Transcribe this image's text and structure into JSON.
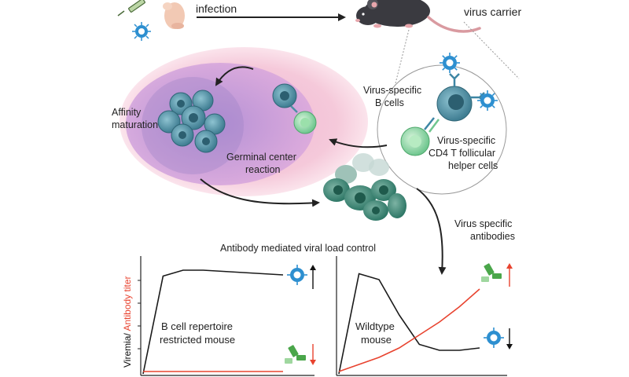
{
  "top": {
    "infection": "infection",
    "virus_carrier": "virus carrier"
  },
  "cells": {
    "virus_b_line1": "Virus-specific",
    "virus_b_line2": "B cells",
    "tfh_line1": "Virus-specific",
    "tfh_line2": "CD4 T follicular",
    "tfh_line3": "helper cells"
  },
  "germinal": {
    "affinity_line1": "Affinity",
    "affinity_line2": "maturation",
    "gc_line1": "Germinal center",
    "gc_line2": "reaction"
  },
  "antibodies": {
    "line1": "Virus specific",
    "line2": "antibodies"
  },
  "plots": {
    "header": "Antibody mediated viral load control",
    "ylabel_viremia": "Viremia/",
    "ylabel_titer": " Antibody titer",
    "left_line1": "B cell repertoire",
    "left_line2": "restricted mouse",
    "right_line1": "Wildtype",
    "right_line2": "mouse"
  },
  "colors": {
    "viremia": "#1a1a1a",
    "antibody": "#e8432f",
    "virus": "#2d8fd0",
    "b_cell": "#4e8fa3",
    "tfh_cell": "#7fd49a",
    "gc_outer": "#f7c4d4",
    "gc_inner": "#c69ad9"
  },
  "chart_data": [
    {
      "type": "line",
      "series": [
        {
          "values": [
            0.0,
            0.83,
            0.88,
            0.88,
            0.87,
            0.86,
            0.85,
            0.84
          ]
        },
        {
          "values": [
            0.02,
            0.02,
            0.02,
            0.02,
            0.02,
            0.02,
            0.02,
            0.02
          ]
        }
      ]
    },
    {
      "type": "line",
      "series": [
        {
          "values": [
            0.0,
            0.85,
            0.8,
            0.5,
            0.25,
            0.2,
            0.2,
            0.22
          ]
        },
        {
          "values": [
            0.02,
            0.08,
            0.14,
            0.22,
            0.33,
            0.44,
            0.57,
            0.72
          ]
        }
      ]
    }
  ]
}
